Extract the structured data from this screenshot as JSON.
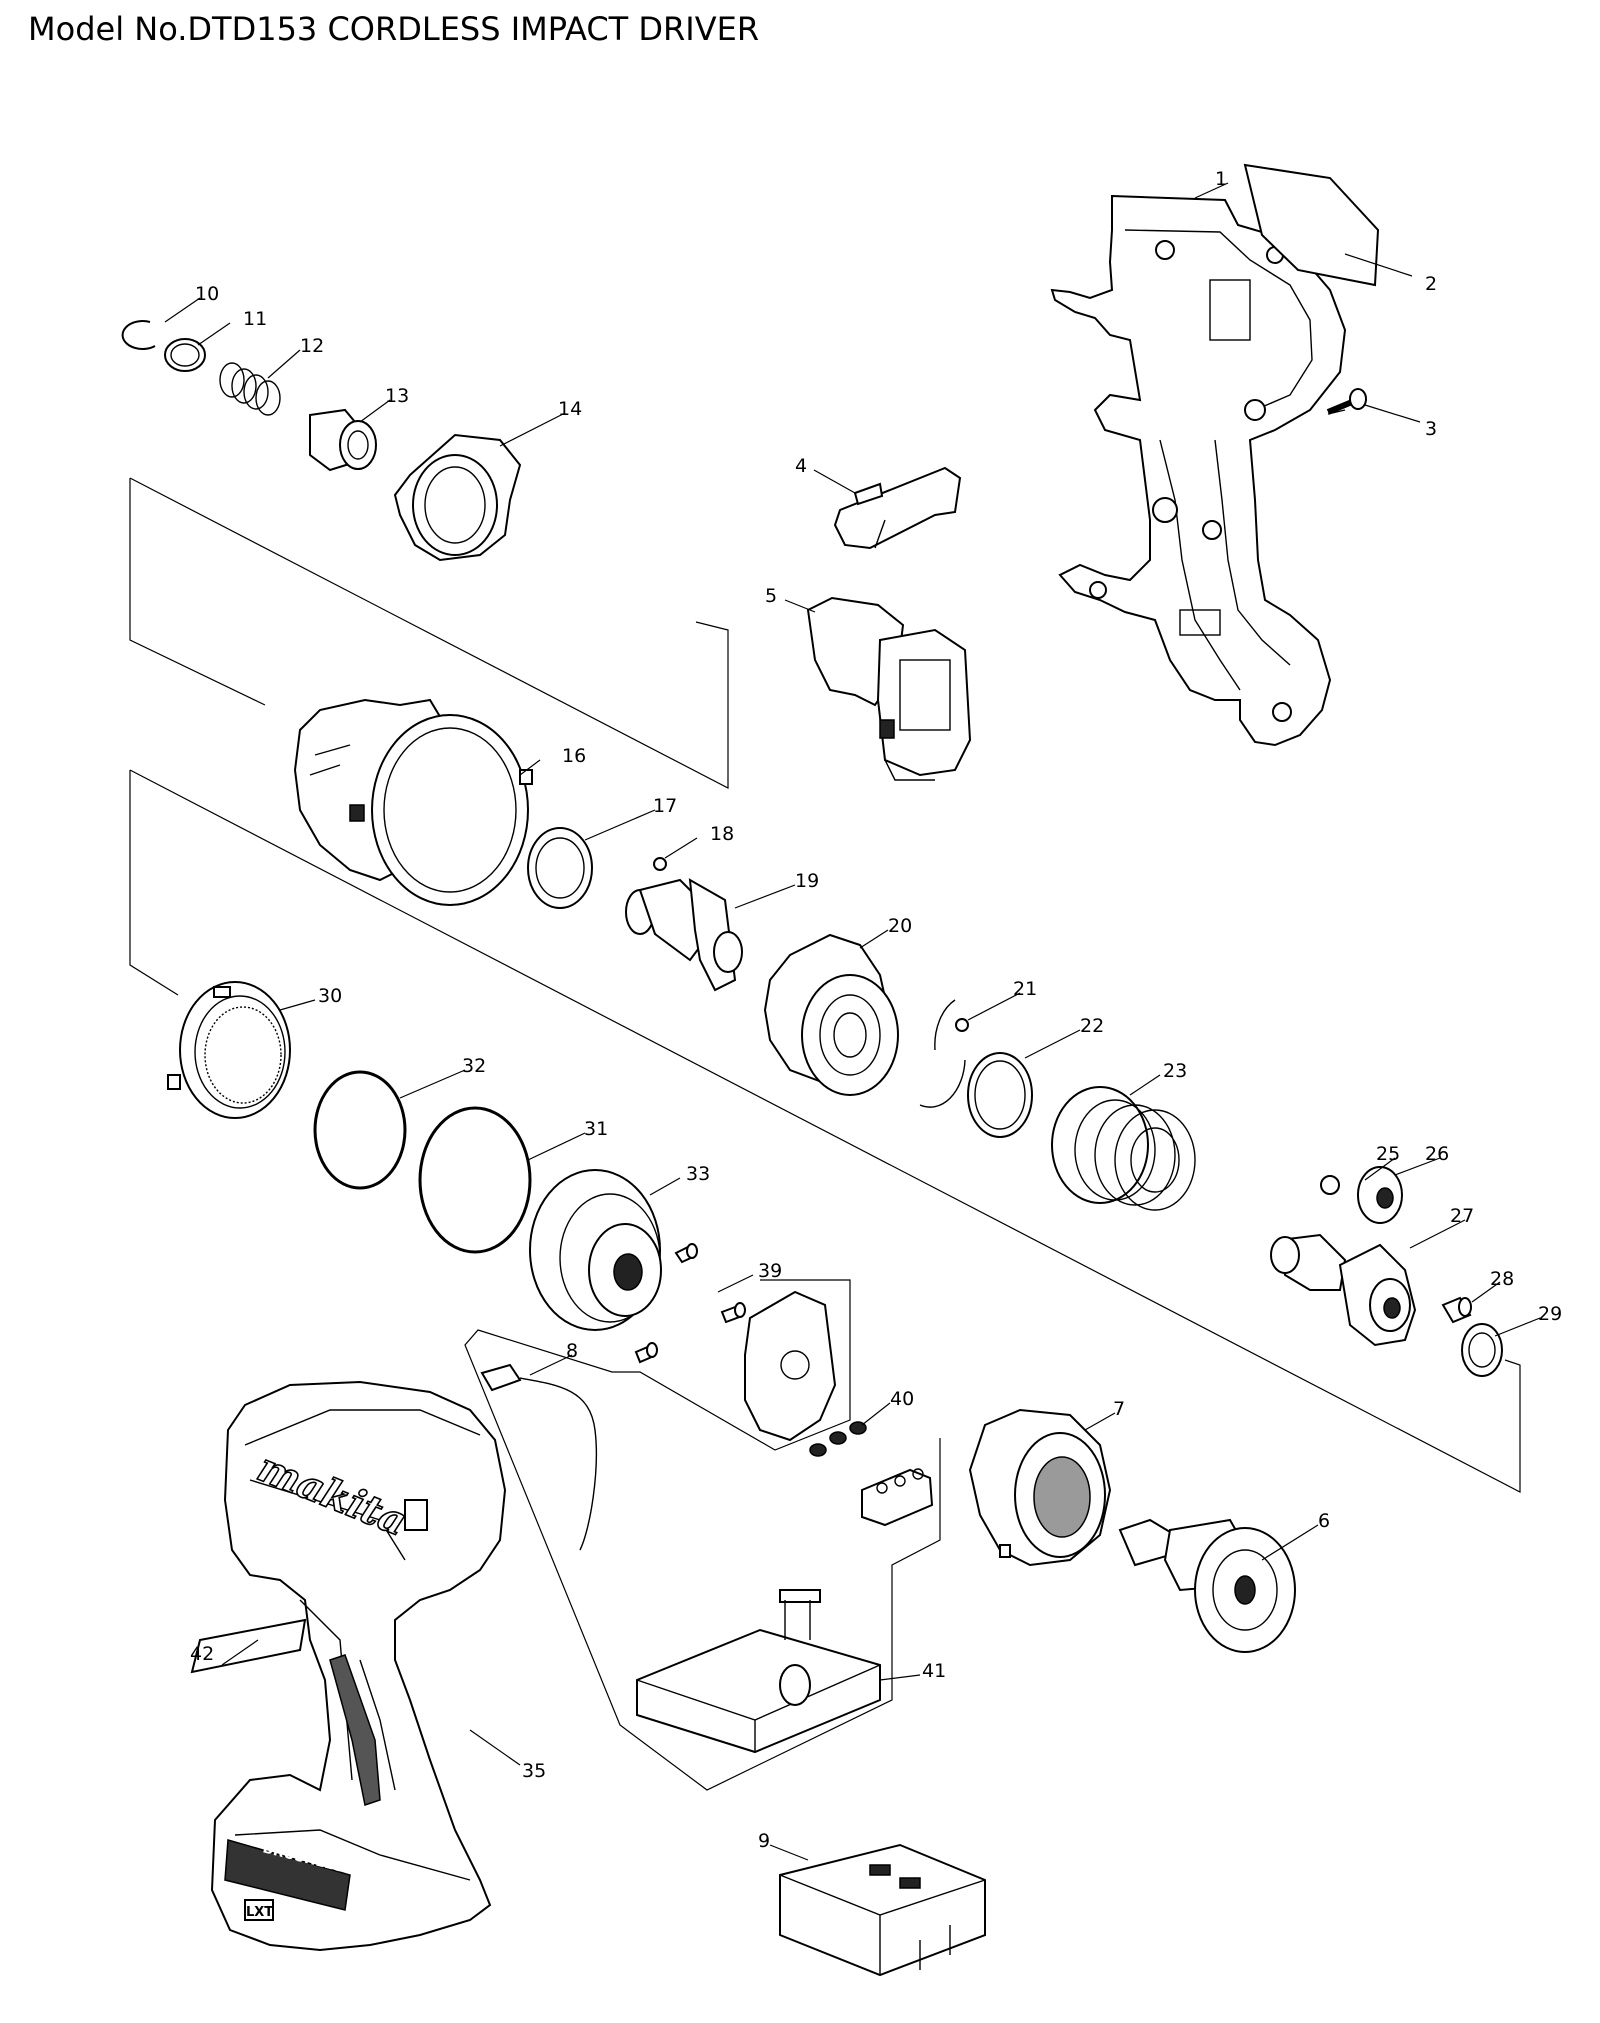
{
  "title": "Model No.DTD153 CORDLESS IMPACT DRIVER",
  "parts": [
    {
      "number": "1"
    },
    {
      "number": "2"
    },
    {
      "number": "3"
    },
    {
      "number": "4"
    },
    {
      "number": "5"
    },
    {
      "number": "6"
    },
    {
      "number": "7"
    },
    {
      "number": "8"
    },
    {
      "number": "9"
    },
    {
      "number": "10"
    },
    {
      "number": "11"
    },
    {
      "number": "12"
    },
    {
      "number": "13"
    },
    {
      "number": "14"
    },
    {
      "number": "16"
    },
    {
      "number": "17"
    },
    {
      "number": "18"
    },
    {
      "number": "19"
    },
    {
      "number": "20"
    },
    {
      "number": "21"
    },
    {
      "number": "22"
    },
    {
      "number": "23"
    },
    {
      "number": "25"
    },
    {
      "number": "26"
    },
    {
      "number": "27"
    },
    {
      "number": "28"
    },
    {
      "number": "29"
    },
    {
      "number": "30"
    },
    {
      "number": "31"
    },
    {
      "number": "32"
    },
    {
      "number": "33"
    },
    {
      "number": "35"
    },
    {
      "number": "39"
    },
    {
      "number": "40"
    },
    {
      "number": "41"
    },
    {
      "number": "42"
    }
  ],
  "branding": {
    "logo": "makita",
    "handle_text": "BRUSHLESS",
    "battery_badge": "LXT"
  }
}
